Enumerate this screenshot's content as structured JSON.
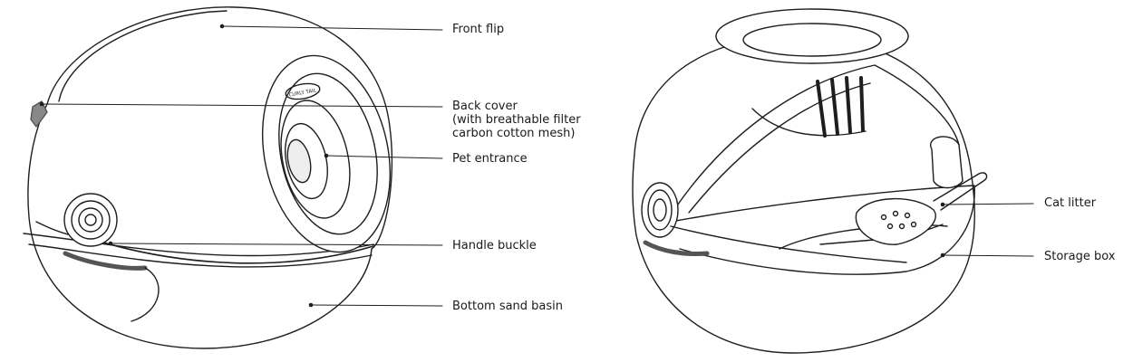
{
  "left_labels": {
    "front_flip": "Front flip",
    "back_cover": [
      "Back cover",
      "(with breathable filter",
      "carbon cotton mesh)"
    ],
    "pet_entrance": "Pet entrance",
    "handle_buckle": "Handle buckle",
    "bottom_sand_basin": "Bottom sand basin"
  },
  "right_labels": {
    "cat_litter": "Cat litter",
    "storage_box": "Storage box"
  },
  "logo_text": "CURLY TAIL",
  "colors": {
    "stroke": "#1e1e1e",
    "fill": "#ffffff",
    "dark": "#555555"
  }
}
